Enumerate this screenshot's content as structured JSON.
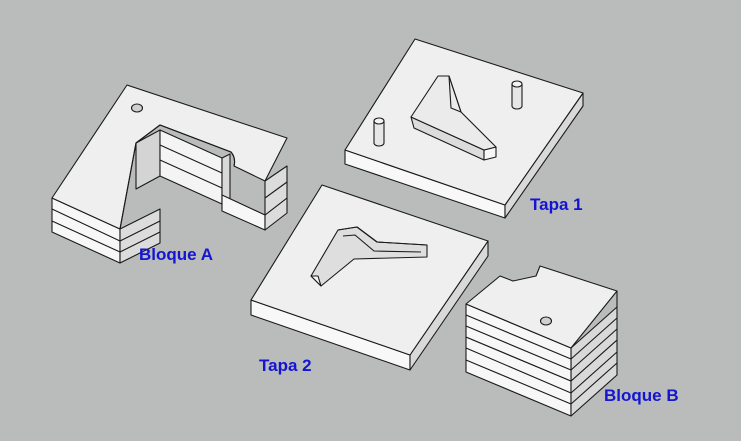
{
  "labels": {
    "bloque_a": "Bloque A",
    "tapa_1": "Tapa 1",
    "tapa_2": "Tapa 2",
    "bloque_b": "Bloque B"
  },
  "colors": {
    "background": "#b9bcbb",
    "top_face": "#efefef",
    "side_light": "#f8f8f8",
    "side_shade": "#d9d9d9",
    "edge": "#1a1a1a",
    "label": "#1414d2"
  }
}
